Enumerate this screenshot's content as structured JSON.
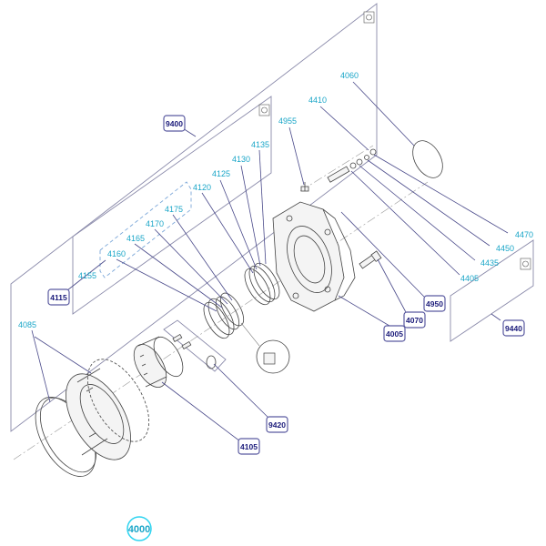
{
  "diagram": {
    "assembly_number": "4000",
    "part_labels": [
      "4060",
      "4410",
      "4955",
      "4135",
      "4130",
      "4125",
      "4120",
      "4175",
      "4170",
      "4165",
      "4160",
      "4155",
      "4085",
      "4470",
      "4450",
      "4435",
      "4405"
    ],
    "kit_labels": [
      "9400",
      "4115",
      "4950",
      "4070",
      "4005",
      "9440",
      "9420",
      "4105"
    ],
    "colors": {
      "part_label": "#1aa6c8",
      "kit_label": "#1a1a7a",
      "kit_box_border": "#5a5aa0",
      "assembly_badge_border": "#2fd4f0"
    }
  }
}
